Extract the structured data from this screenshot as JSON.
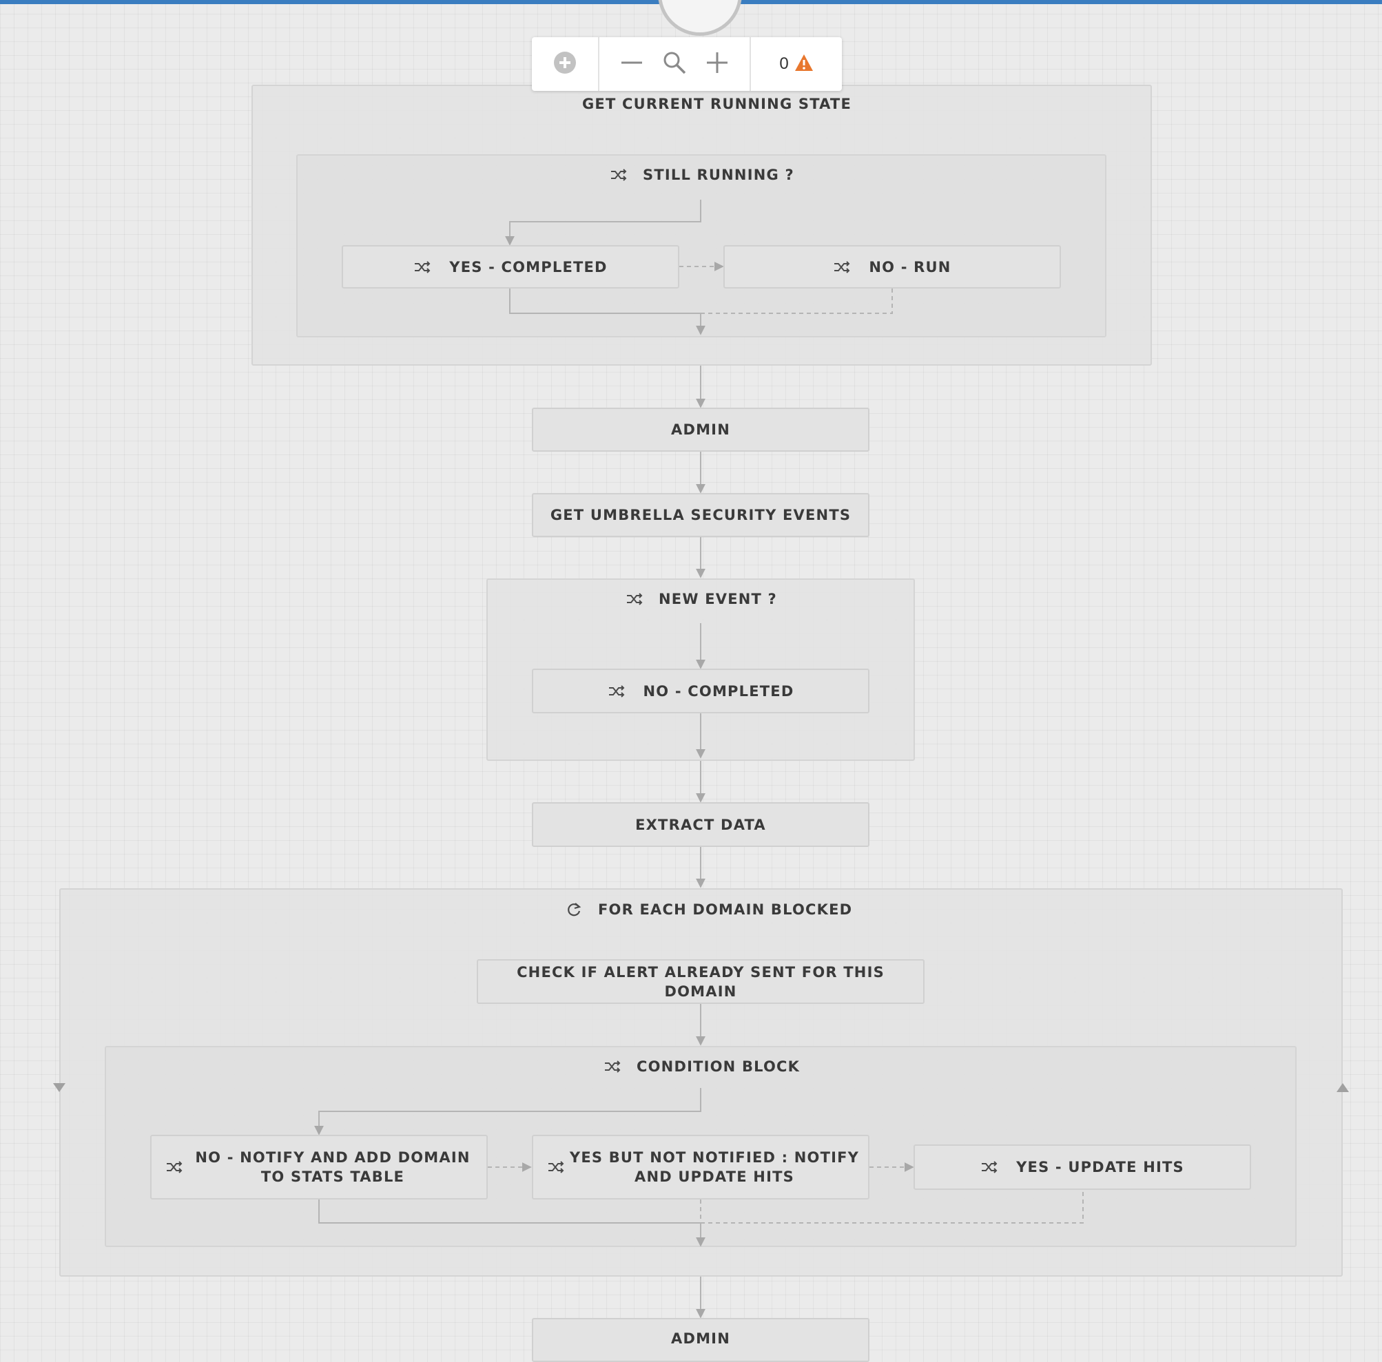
{
  "toolbar": {
    "warning_count": "0",
    "icons": [
      "add-circle-icon",
      "zoom-out-icon",
      "zoom-search-icon",
      "zoom-in-icon",
      "warning-icon"
    ],
    "colors": {
      "warning": "#e8772e",
      "accent": "#3a7dc0"
    }
  },
  "workflow": {
    "get_current_running_state": {
      "title": "GET CURRENT RUNNING STATE",
      "still_running": {
        "title": "STILL RUNNING ?",
        "yes_completed": "YES - COMPLETED",
        "no_run": "NO - RUN"
      }
    },
    "admin_1": "ADMIN",
    "get_umbrella_events": "GET UMBRELLA SECURITY EVENTS",
    "new_event": {
      "title": "NEW EVENT ?",
      "no_completed": "NO - COMPLETED"
    },
    "extract_data": "EXTRACT DATA",
    "for_each_domain": {
      "title": "FOR EACH DOMAIN BLOCKED",
      "check_alert": "CHECK IF ALERT ALREADY SENT FOR THIS DOMAIN",
      "condition_block": {
        "title": "CONDITION BLOCK",
        "no_notify_line1": "NO - NOTIFY AND ADD DOMAIN",
        "no_notify_line2": "TO STATS TABLE",
        "yes_not_notified_line1": "YES BUT NOT NOTIFIED : NOTIFY",
        "yes_not_notified_line2": "AND UPDATE HITS",
        "yes_update_hits": "YES - UPDATE HITS"
      }
    },
    "admin_2": "ADMIN"
  }
}
